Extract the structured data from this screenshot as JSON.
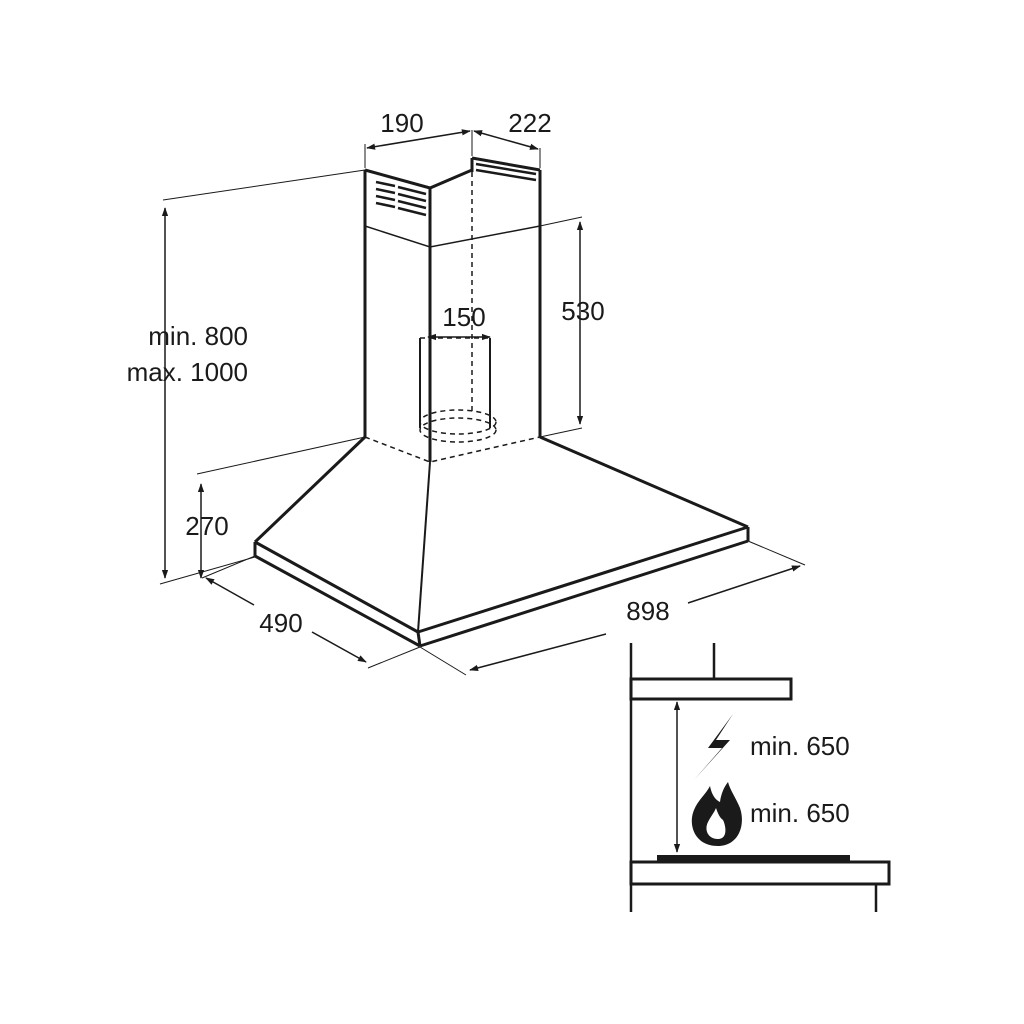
{
  "dimensions": {
    "chimney_width": "190",
    "chimney_depth": "222",
    "total_height_min": "min. 800",
    "total_height_max": "max. 1000",
    "chimney_height": "530",
    "outlet_diameter": "150",
    "canopy_height": "270",
    "hood_depth": "490",
    "hood_width": "898"
  },
  "clearance": {
    "electric_hob": "min. 650",
    "gas_hob": "min. 650"
  },
  "icons": {
    "electric": "lightning-icon",
    "gas": "flame-icon"
  },
  "colors": {
    "line": "#1a1a1a",
    "background": "#ffffff"
  }
}
